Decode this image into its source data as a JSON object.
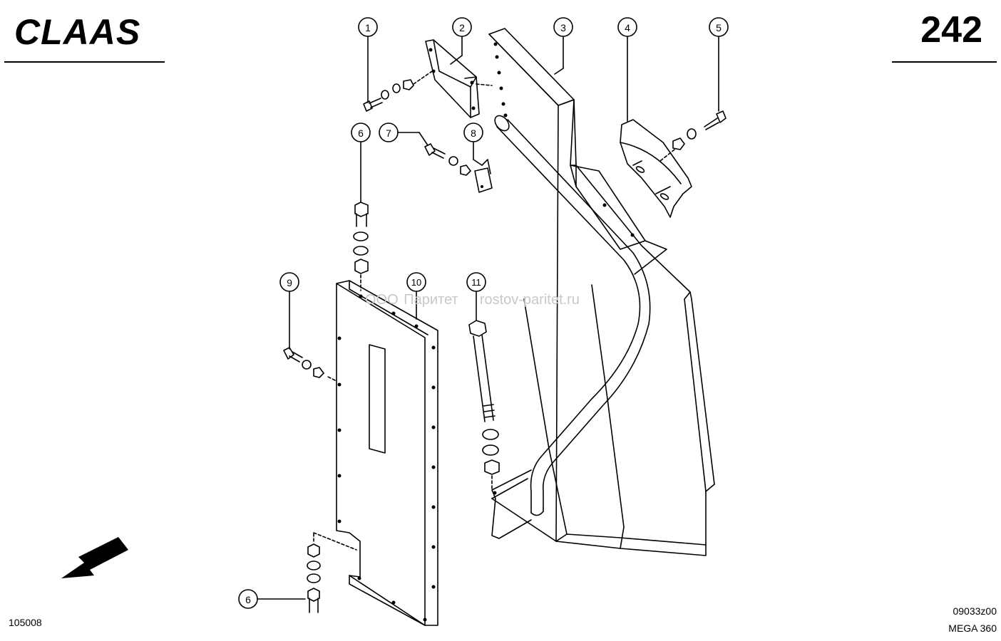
{
  "header": {
    "brand": "CLAAS",
    "page_number": "242"
  },
  "footer": {
    "drawing_id": "105008",
    "sheet_code": "09033z00",
    "model": "MEGA 360"
  },
  "watermark": {
    "company": "ООО Паритет",
    "site": "rostov-paritet.ru"
  },
  "callouts": [
    "1",
    "2",
    "3",
    "4",
    "5",
    "6",
    "7",
    "8",
    "9",
    "10",
    "11",
    "6"
  ]
}
